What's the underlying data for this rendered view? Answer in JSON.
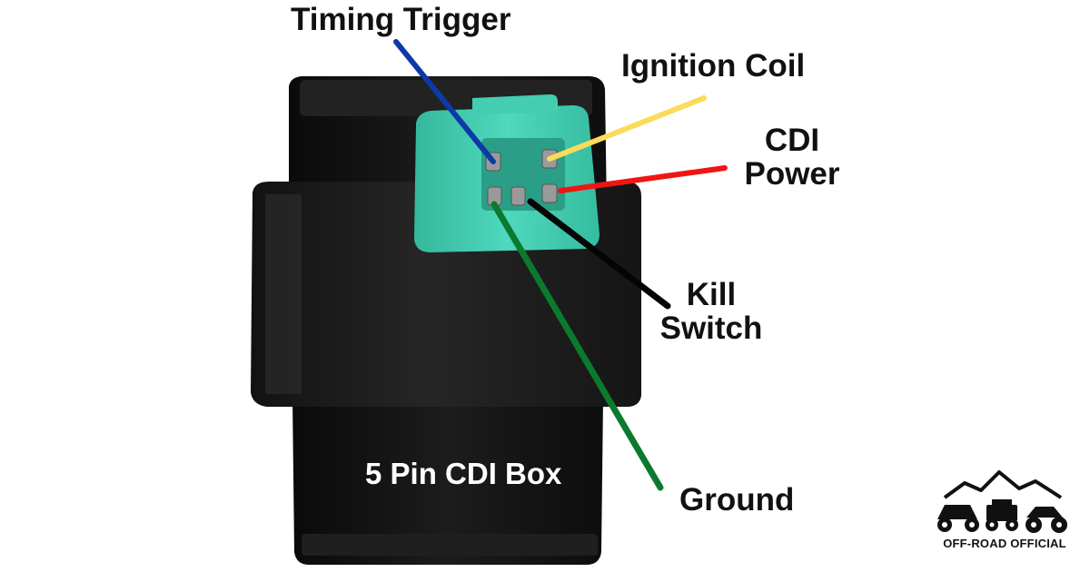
{
  "labels": {
    "timing_trigger": "Timing Trigger",
    "ignition_coil": "Ignition Coil",
    "cdi_power_line1": "CDI",
    "cdi_power_line2": "Power",
    "kill_switch_line1": "Kill",
    "kill_switch_line2": "Switch",
    "ground": "Ground",
    "box_name": "5 Pin CDI Box"
  },
  "logo": {
    "text": "OFF-ROAD OFFICIAL"
  },
  "colors": {
    "timing_trigger_wire": "#0d3aa8",
    "ignition_coil_wire": "#f9dc5c",
    "cdi_power_wire": "#f01515",
    "kill_switch_wire": "#050505",
    "ground_wire": "#0b7a2e",
    "connector": "#3ec9ad",
    "box_body": "#101010",
    "label_text": "#111111",
    "box_label_text": "#ffffff"
  }
}
